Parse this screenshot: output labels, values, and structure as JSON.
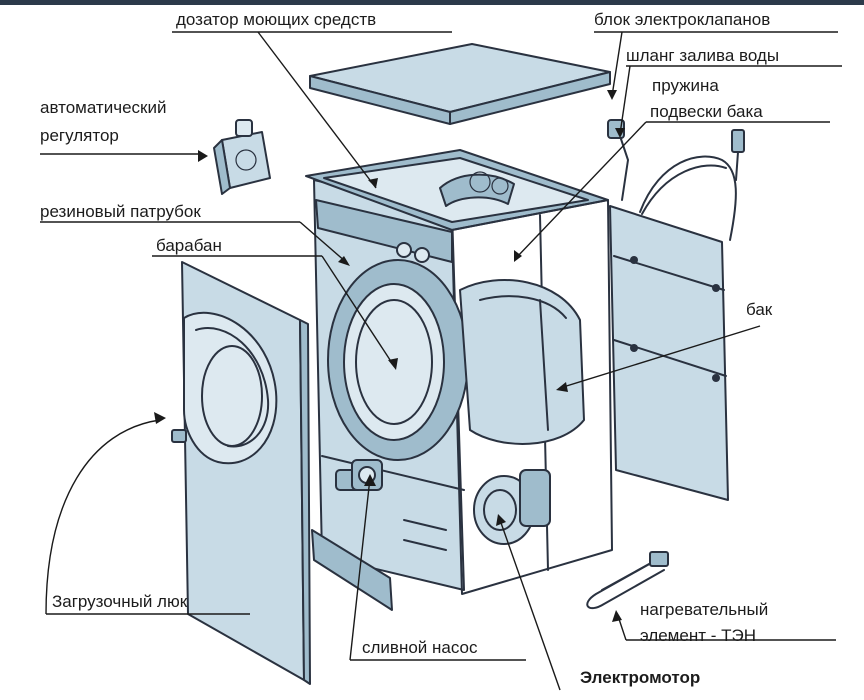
{
  "labels": {
    "detergent_dispenser": "дозатор моющих средств",
    "solenoid_valve_block": "блок электроклапанов",
    "water_inlet_hose": "шланг залива воды",
    "tank_spring_line1": "пружина",
    "tank_spring_line2": "подвески бака",
    "auto_regulator_line1": "автоматический",
    "auto_regulator_line2": "регулятор",
    "rubber_pipe": "резиновый патрубок",
    "drum": "барабан",
    "tank": "бак",
    "loading_hatch": "Загрузочный люк",
    "heating_element_line1": "нагревательный",
    "heating_element_line2": "элемент - ТЭН",
    "drain_pump": "сливной насос",
    "electric_motor": "Электромотор"
  },
  "colors": {
    "panel": "#c8dbe6",
    "panel_dark": "#9fbccc",
    "outline": "#2a3240",
    "text": "#1c1c1c"
  }
}
